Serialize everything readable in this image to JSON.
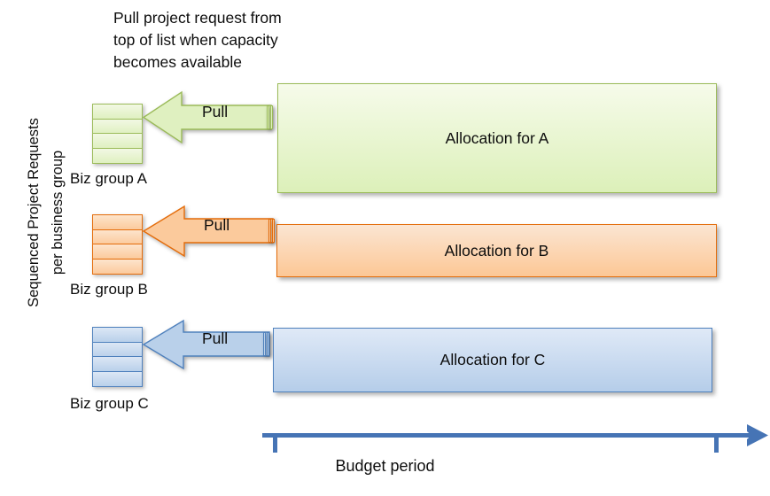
{
  "diagram": {
    "caption": "Pull project request from\ntop of list when capacity\nbecomes available",
    "y_axis": {
      "line1": "Sequenced Project Requests",
      "line2": "per business group"
    },
    "timeline": {
      "label": "Budget period",
      "color": "#4674b5",
      "arrow_direction": "right"
    },
    "groups": [
      {
        "id": "a",
        "stack_label": "Biz group A",
        "pull_label": "Pull",
        "allocation_label": "Allocation for A",
        "queue_items": 4,
        "color_border": "#9bbb59",
        "color_fill": "#dff0c0"
      },
      {
        "id": "b",
        "stack_label": "Biz group B",
        "pull_label": "Pull",
        "allocation_label": "Allocation for B",
        "queue_items": 4,
        "color_border": "#e46c0a",
        "color_fill": "#fbca9c"
      },
      {
        "id": "c",
        "stack_label": "Biz group C",
        "pull_label": "Pull",
        "allocation_label": "Allocation for C",
        "queue_items": 4,
        "color_border": "#4f81bd",
        "color_fill": "#b9d0ea"
      }
    ]
  }
}
